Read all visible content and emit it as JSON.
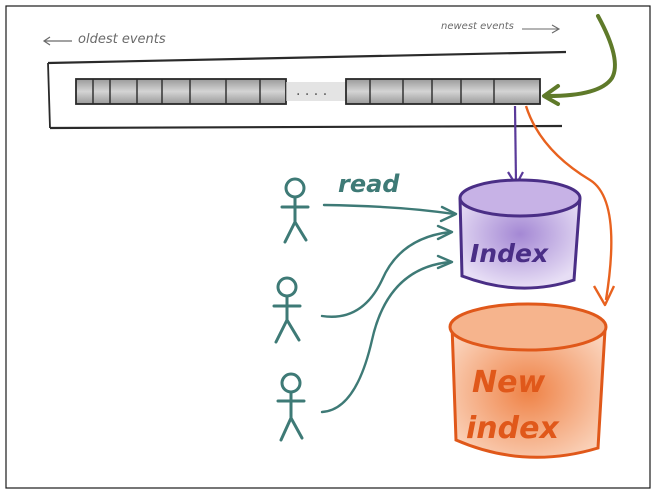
{
  "labels": {
    "oldest": "oldest events",
    "newest": "newest events",
    "read": "read",
    "index": "Index",
    "new_index_line1": "New",
    "new_index_line2": "index"
  },
  "colors": {
    "frame": "#1a1a1a",
    "log_border": "#2a2a2a",
    "log_cell": "#c8c8c8",
    "teal": "#3e7a76",
    "purple": "#5a3a9a",
    "purple_fill": "#b9a2dc",
    "orange": "#e8621f",
    "orange_fill": "#f2a072",
    "green": "#5f7a2a",
    "grey_text": "#6a6a6a"
  },
  "icons": {
    "log_strip": "event-log-strip",
    "reader": "stick-figure-icon",
    "index_db": "database-cylinder-icon",
    "new_index_db": "database-cylinder-icon"
  }
}
